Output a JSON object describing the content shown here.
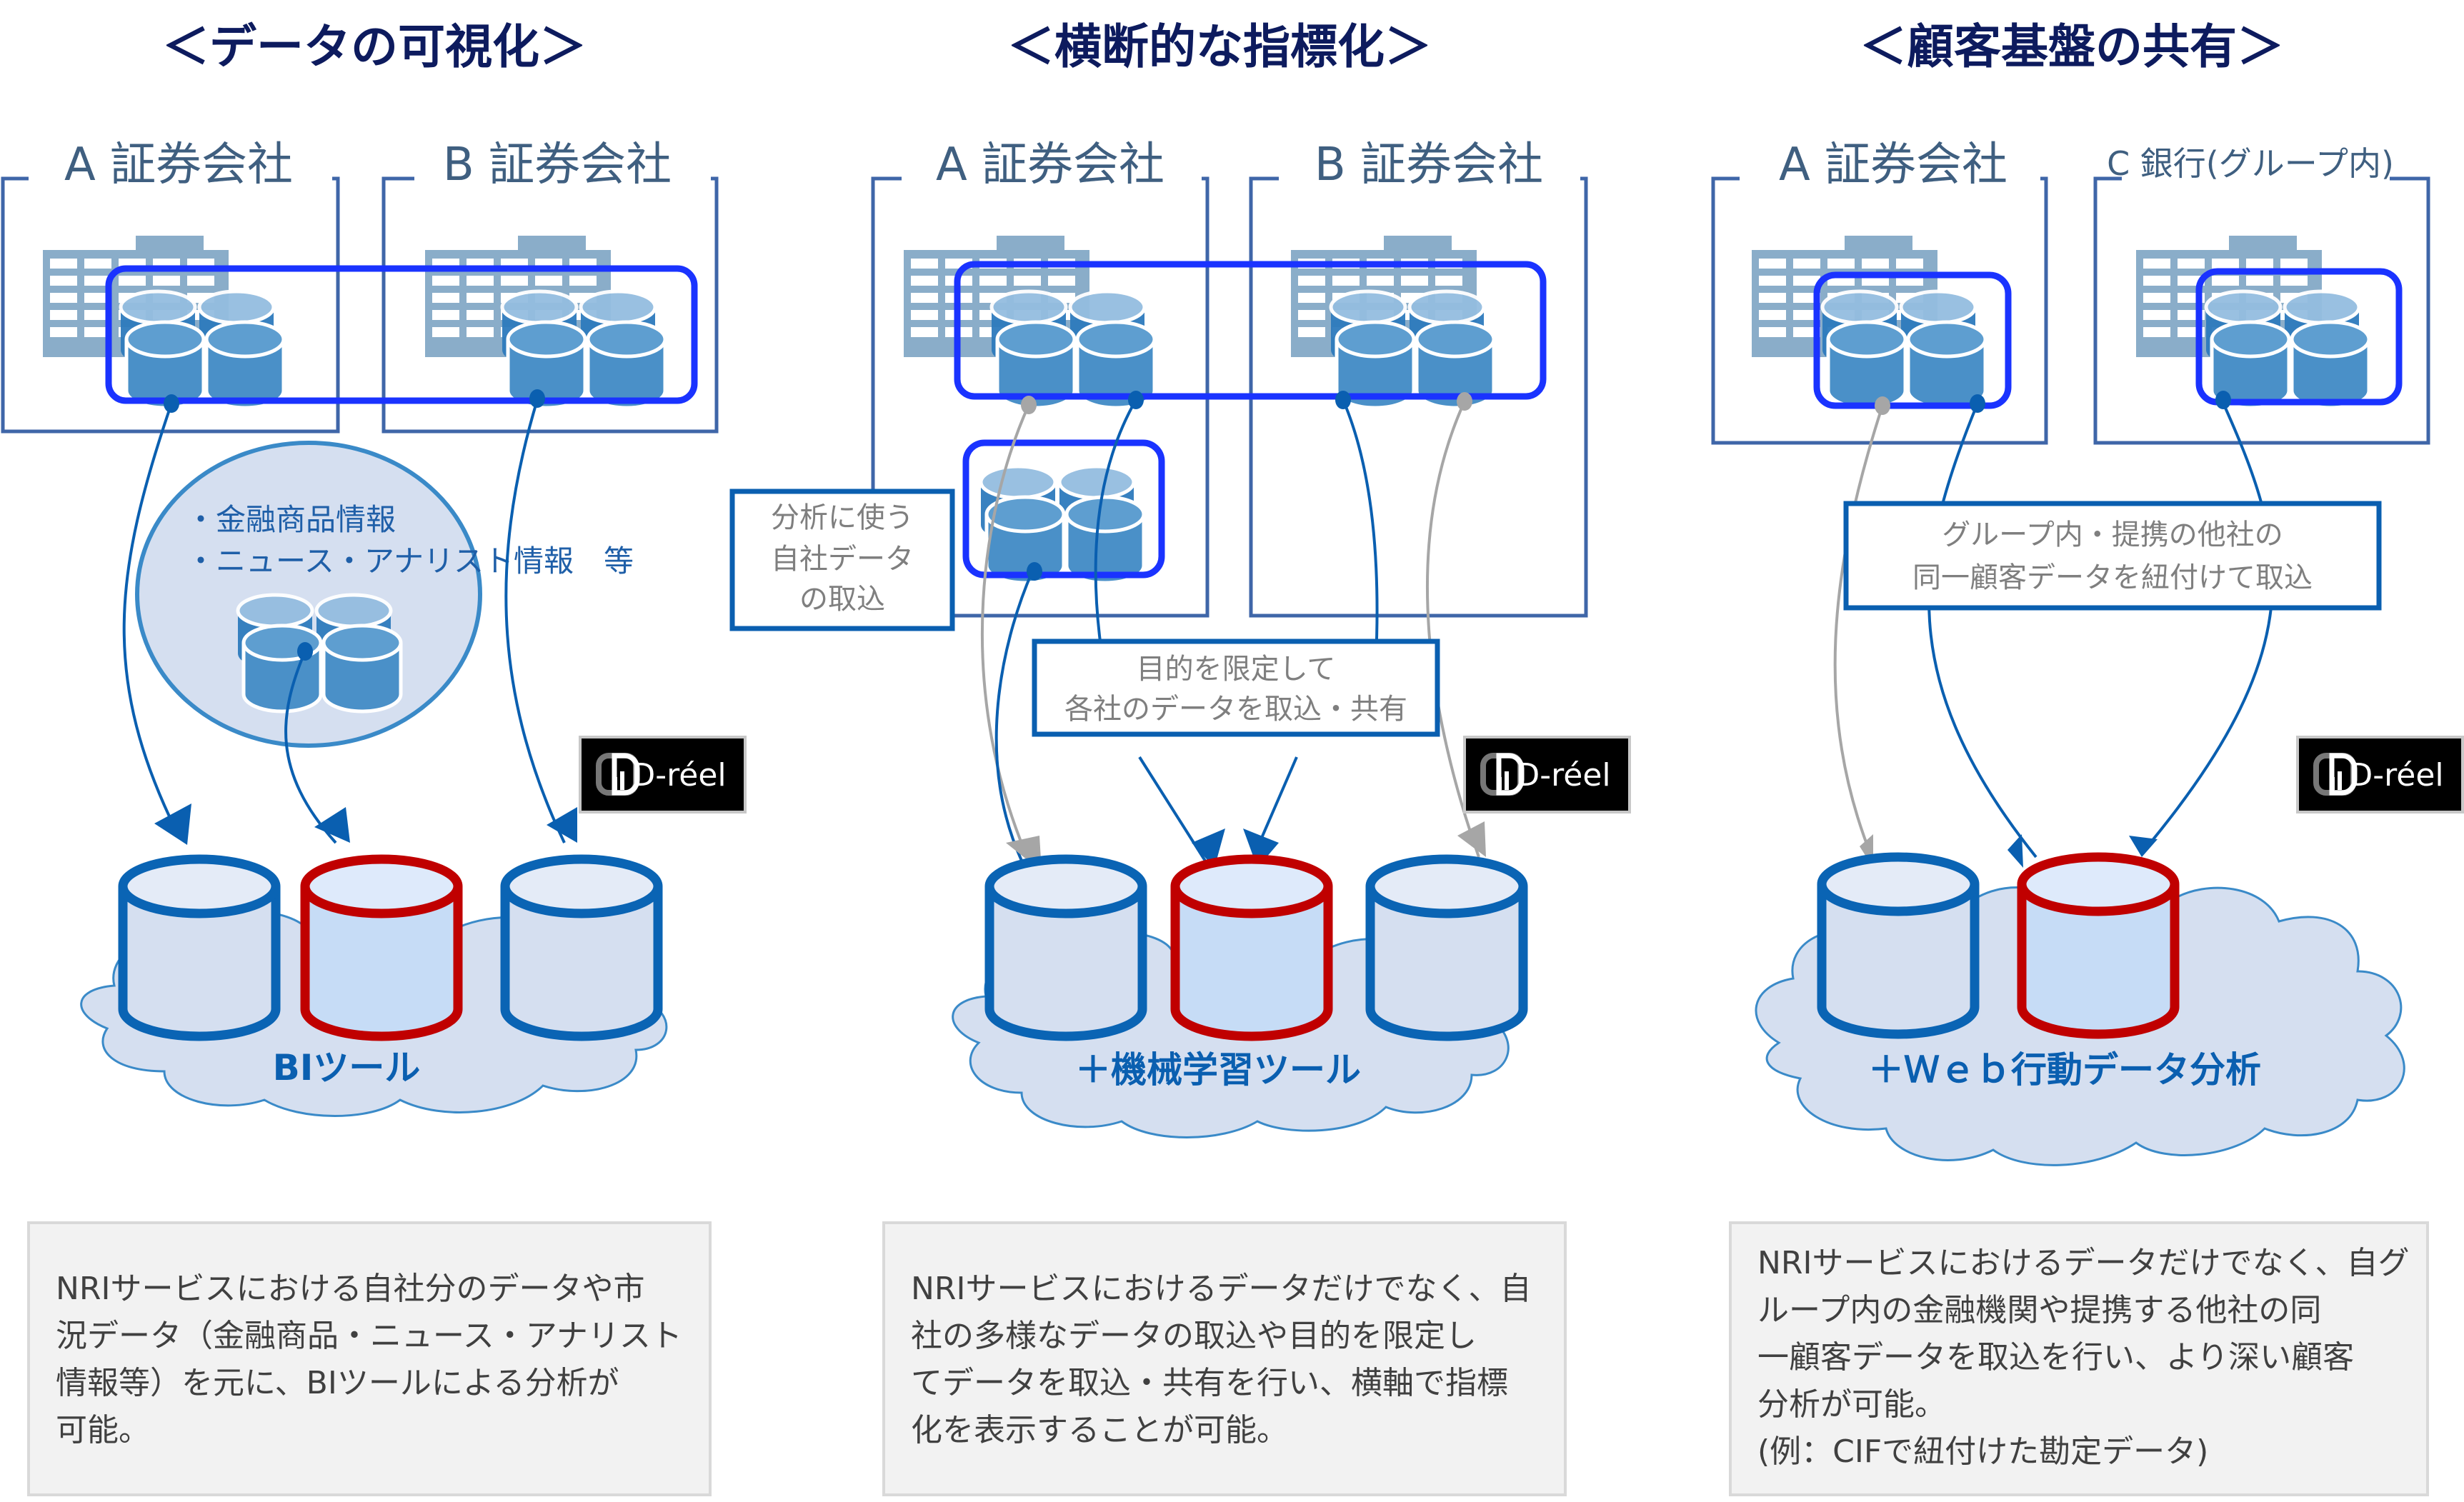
{
  "colors": {
    "title": "#0d1b5e",
    "company_border": "#3f66a8",
    "highlight_border": "#1a33ff",
    "connector_blue": "#0a5fb0",
    "connector_gray": "#a6a6a6",
    "db_icon": "#4a90c8",
    "building": "#8aadc9",
    "cylinder_blue": "#0a64b4",
    "cylinder_red": "#c00000",
    "cloud_fill": "#d5dff0",
    "desc_bg": "#f2f2f2"
  },
  "sections": [
    {
      "title": "＜データの可視化＞",
      "companies": [
        "A 証券会社",
        "B 証券会社"
      ],
      "bubble_lines": [
        "・金融商品情報",
        "・ニュース・アナリスト情報　等"
      ],
      "logo": "D-réel",
      "cloud_label": "BIツール",
      "description_lines": [
        "NRIサービスにおける自社分のデータや市",
        "況データ（金融商品・ニュース・アナリスト",
        "情報等）を元に、BIツールによる分析が",
        "可能。"
      ]
    },
    {
      "title": "＜横断的な指標化＞",
      "companies": [
        "A 証券会社",
        "B 証券会社"
      ],
      "callouts": [
        {
          "lines": [
            "分析に使う",
            "自社データ",
            "の取込"
          ]
        },
        {
          "lines": [
            "目的を限定して",
            "各社のデータを取込・共有"
          ]
        }
      ],
      "logo": "D-réel",
      "cloud_label": "＋機械学習ツール",
      "description_lines": [
        "NRIサービスにおけるデータだけでなく、自",
        "社の多様なデータの取込や目的を限定し",
        "てデータを取込・共有を行い、横軸で指標",
        "化を表示することが可能。"
      ]
    },
    {
      "title": "＜顧客基盤の共有＞",
      "companies": [
        "A 証券会社",
        "C 銀行(グループ内)"
      ],
      "callouts": [
        {
          "lines": [
            "グループ内・提携の他社の",
            "同一顧客データを紐付けて取込"
          ]
        }
      ],
      "logo": "D-réel",
      "cloud_label": "＋Ｗｅｂ行動データ分析",
      "description_lines": [
        "NRIサービスにおけるデータだけでなく、自グ",
        "ループ内の金融機関や提携する他社の同",
        "一顧客データを取込を行い、より深い顧客",
        "分析が可能。",
        "(例：CIFで紐付けた勘定データ)"
      ]
    }
  ]
}
